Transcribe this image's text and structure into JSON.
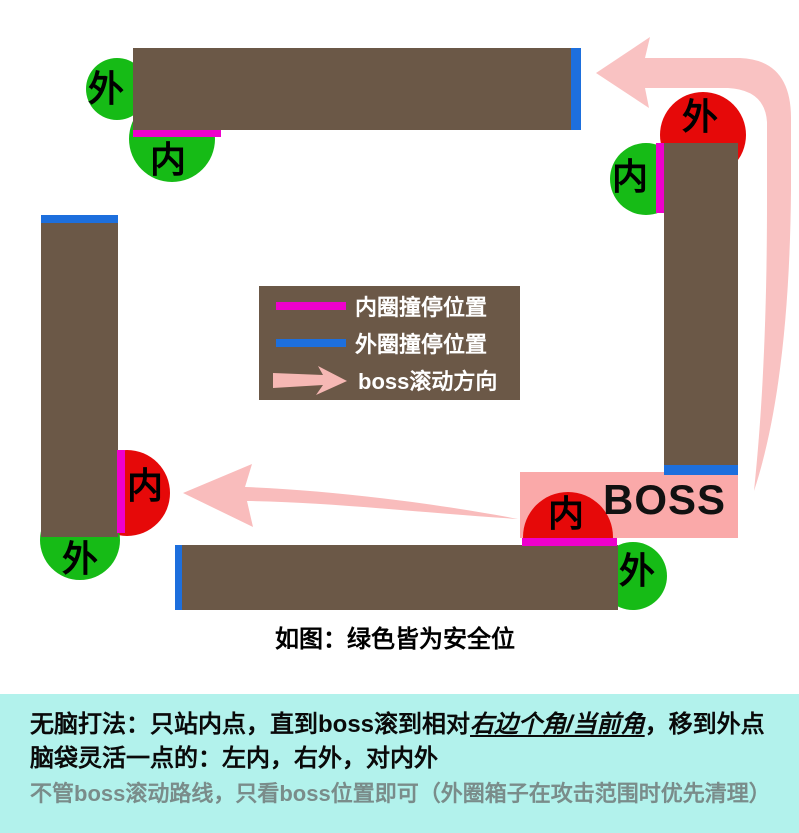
{
  "colors": {
    "wall_brown": "#6b5847",
    "safe_green": "#16bb16",
    "danger_red": "#e60909",
    "inner_stop_magenta": "#ee00cc",
    "outer_stop_blue": "#1d6fdd",
    "boss_box_pink": "#faa9a9",
    "arrow_pink": "#f9c2c2",
    "note_panel_cyan": "#b2f2ec",
    "note_gray": "#7a8c8a"
  },
  "markers": [
    {
      "id": "top-left-outer",
      "label": "外",
      "color": "green"
    },
    {
      "id": "top-left-inner",
      "label": "内",
      "color": "green"
    },
    {
      "id": "top-right-outer",
      "label": "外",
      "color": "red"
    },
    {
      "id": "top-right-inner",
      "label": "内",
      "color": "green"
    },
    {
      "id": "left-inner",
      "label": "内",
      "color": "red"
    },
    {
      "id": "bottom-left-outer",
      "label": "外",
      "color": "green"
    },
    {
      "id": "boss-inner",
      "label": "内",
      "color": "red"
    },
    {
      "id": "bottom-right-outer",
      "label": "外",
      "color": "green"
    }
  ],
  "legend": {
    "items": [
      {
        "swatch": "magenta-line",
        "label": "内圈撞停位置"
      },
      {
        "swatch": "blue-line",
        "label": "外圈撞停位置"
      },
      {
        "swatch": "pink-arrow",
        "label": "boss滚动方向"
      }
    ]
  },
  "boss": {
    "label": "BOSS"
  },
  "caption": "如图：绿色皆为安全位",
  "notes": {
    "line1_pre": "无脑打法：只站内点，直到boss滚到相对",
    "line1_underlined": "右边个角/当前角",
    "line1_post": "，移到外点",
    "line2": "脑袋灵活一点的：左内，右外，对内外",
    "line3": "不管boss滚动路线，只看boss位置即可（外圈箱子在攻击范围时优先清理）"
  }
}
